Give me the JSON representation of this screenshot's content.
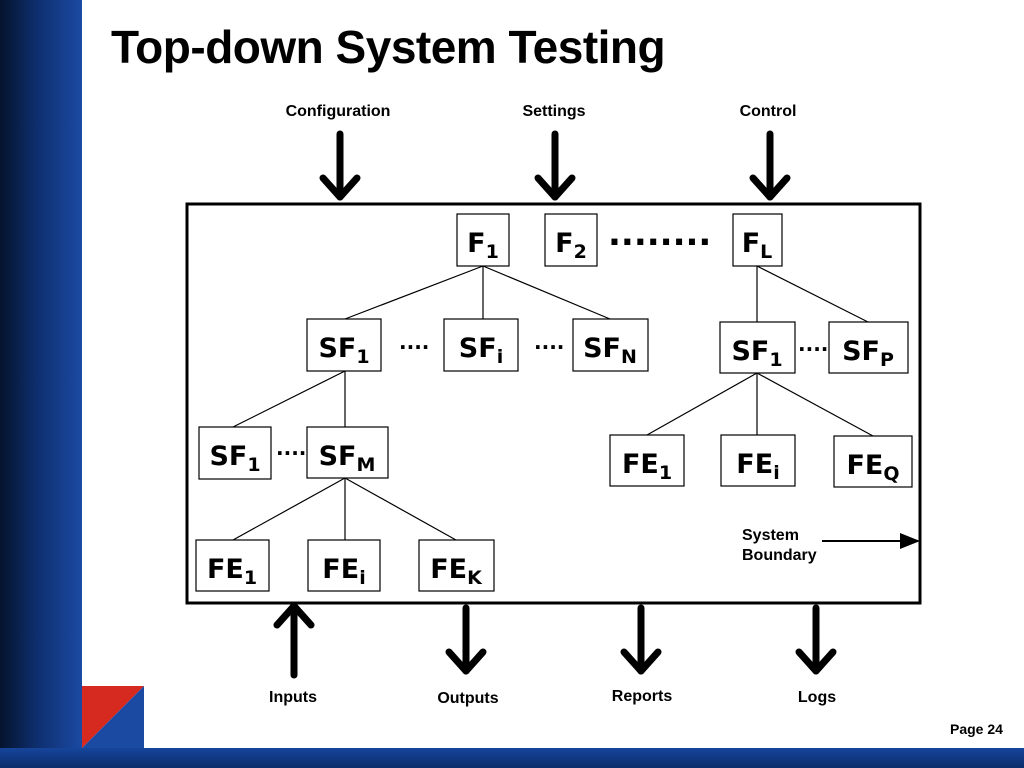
{
  "slide": {
    "title": "Top-down System Testing",
    "page_number": "Page 24"
  },
  "diagram": {
    "inputs_top": [
      "Configuration",
      "Settings",
      "Control"
    ],
    "outputs_bottom": [
      "Inputs",
      "Outputs",
      "Reports",
      "Logs"
    ],
    "boundary_label": [
      "System",
      "Boundary"
    ],
    "nodes": {
      "f1": {
        "main": "F",
        "sub": "1"
      },
      "f2": {
        "main": "F",
        "sub": "2"
      },
      "fl": {
        "main": "F",
        "sub": "L"
      },
      "sf1_a": {
        "main": "SF",
        "sub": "1"
      },
      "sfi": {
        "main": "SF",
        "sub": "i"
      },
      "sfn": {
        "main": "SF",
        "sub": "N"
      },
      "sf1_b": {
        "main": "SF",
        "sub": "1"
      },
      "sfp": {
        "main": "SF",
        "sub": "P"
      },
      "sf1_c": {
        "main": "SF",
        "sub": "1"
      },
      "sfm": {
        "main": "SF",
        "sub": "M"
      },
      "fe1_a": {
        "main": "FE",
        "sub": "1"
      },
      "fei_a": {
        "main": "FE",
        "sub": "i"
      },
      "feq": {
        "main": "FE",
        "sub": "Q"
      },
      "fe1_b": {
        "main": "FE",
        "sub": "1"
      },
      "fei_b": {
        "main": "FE",
        "sub": "i"
      },
      "fek": {
        "main": "FE",
        "sub": "K"
      }
    },
    "ellipsis_short": "....",
    "ellipsis_long": "........"
  }
}
